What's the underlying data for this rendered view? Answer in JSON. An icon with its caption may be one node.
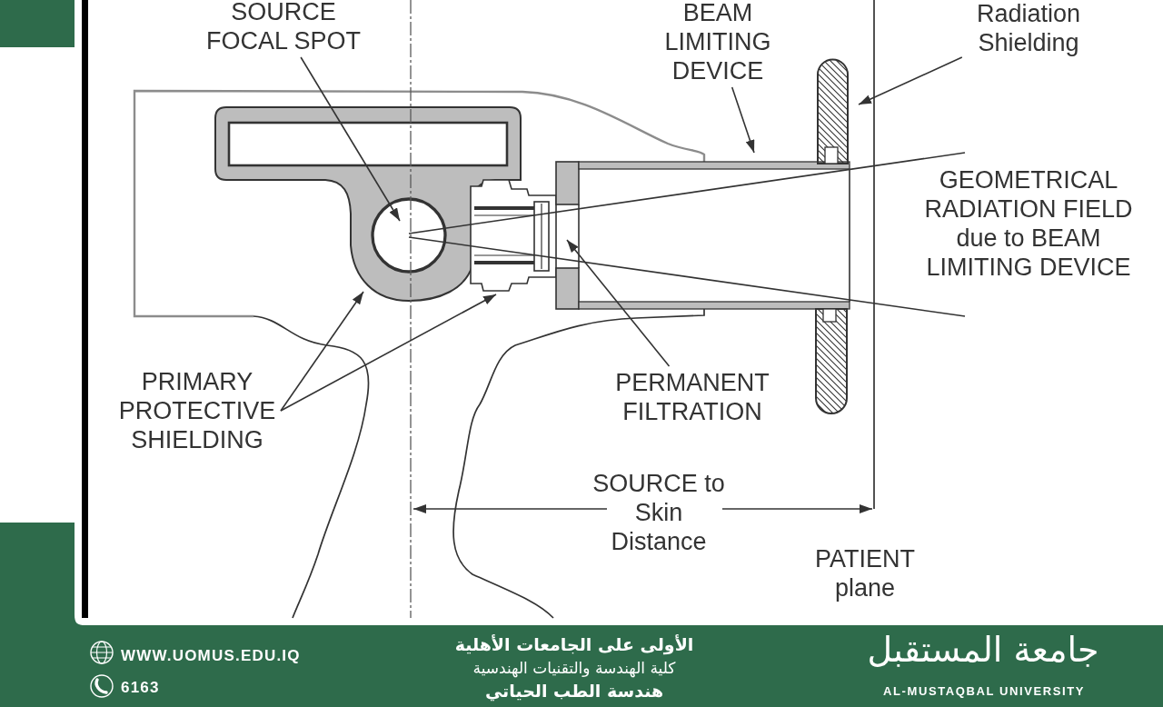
{
  "diagram": {
    "nodes": [
      {
        "text": [
          "SOURCE FOCAL SPOT"
        ]
      },
      {
        "text": [
          "BEAM LIMITING DEVICE"
        ]
      },
      {
        "text": [
          "Radiation Shielding"
        ]
      },
      {
        "text": [
          "PRIMARY PROTECTIVE SHIELDING"
        ]
      },
      {
        "text": [
          "PERMANENT FILTRATION"
        ]
      }
    ],
    "edges": [
      {
        "from": 0,
        "to": null,
        "arrow": "to"
      },
      {
        "from": 1,
        "to": null,
        "arrow": "to"
      },
      {
        "from": 2,
        "to": null,
        "arrow": "to"
      },
      {
        "from": 3,
        "to": null,
        "arrow": "to"
      },
      {
        "from": 3,
        "to": null,
        "arrow": "to"
      },
      {
        "from": 4,
        "to": null,
        "arrow": "to"
      }
    ],
    "labels": [
      "GEOMETRICAL RADIATION FIELD due to BEAM LIMITING DEVICE",
      "SOURCE to Skin Distance",
      "PATIENT plane",
      "WWW.UOMUS.EDU.IQ",
      "الأولى على الجامعات الأهلية",
      "جامعة المستقبل",
      "كلية الهندسة والتقنيات الهندسية",
      "6163",
      "هندسة الطب الحياتي",
      "AL-MUSTAQBAL UNIVERSITY"
    ]
  }
}
